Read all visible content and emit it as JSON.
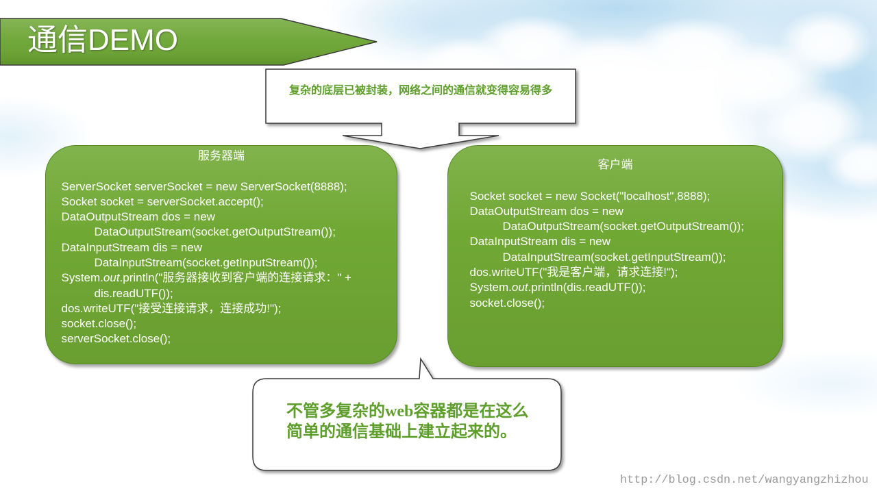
{
  "title": "通信DEMO",
  "top_callout": {
    "text": "复杂的底层已被封装，网络之间的通信就变得容易得多"
  },
  "server": {
    "title": "服务器端",
    "lines": [
      "ServerSocket serverSocket = new ServerSocket(8888);",
      "Socket socket = serverSocket.accept();",
      "DataOutputStream dos = new",
      "DataOutputStream(socket.getOutputStream());",
      "DataInputStream dis = new",
      "DataInputStream(socket.getInputStream());",
      [
        "System.",
        "out",
        ".println(\"服务器接收到客户端的连接请求：\" +"
      ],
      "dis.readUTF());",
      "dos.writeUTF(\"接受连接请求，连接成功!\");",
      "socket.close();",
      "serverSocket.close();"
    ]
  },
  "client": {
    "title": "客户端",
    "lines": [
      "Socket socket = new Socket(\"localhost\",8888);",
      "DataOutputStream dos = new",
      "DataOutputStream(socket.getOutputStream());",
      "DataInputStream dis = new",
      "DataInputStream(socket.getInputStream());",
      "dos.writeUTF(\"我是客户端，请求连接!\");",
      [
        "System.",
        "out",
        ".println(dis.readUTF());"
      ],
      "socket.close();"
    ]
  },
  "bottom_callout": {
    "lines": [
      "不管多复杂的web容器都是在这么",
      "简单的通信基础上建立起来的。"
    ]
  },
  "watermark": "http://blog.csdn.net/wangyangzhizhou",
  "colors": {
    "banner_green": "#6aa431",
    "panel_green": "#70a834",
    "callout_text_green": "#5e9e2b",
    "outline": "#3b3b3b",
    "watermark_gray": "#9a9a9a"
  }
}
